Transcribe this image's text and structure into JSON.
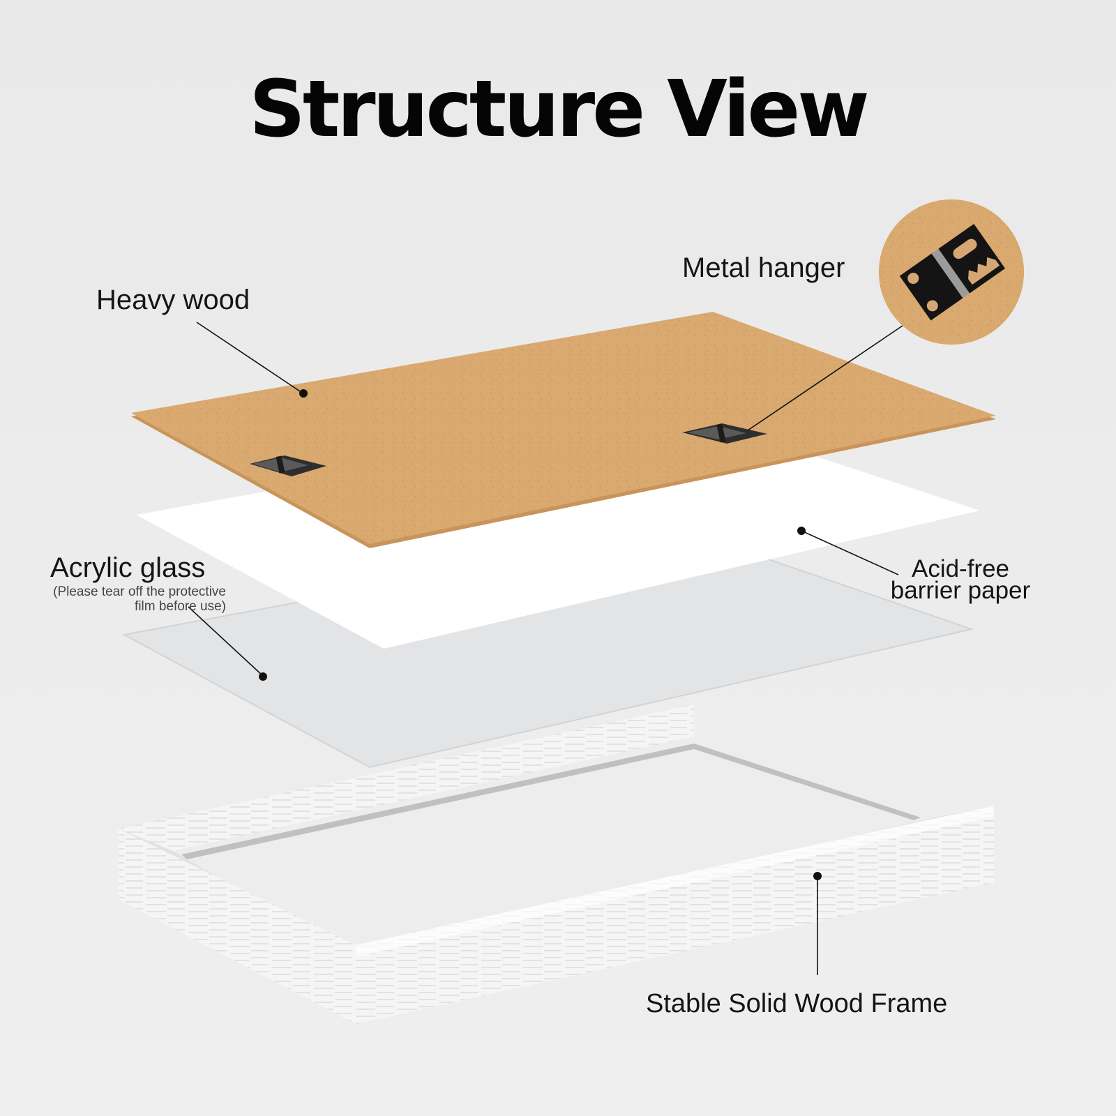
{
  "title": "Structure View",
  "labels": {
    "heavy_wood": "Heavy wood",
    "metal_hanger": "Metal hanger",
    "acrylic_glass": "Acrylic glass",
    "acrylic_note": "(Please tear off the protective film before use)",
    "acid_free": "Acid-free barrier paper",
    "frame": "Stable Solid Wood Frame"
  },
  "colors": {
    "background": "#ececec",
    "wood_board": "#d8a86f",
    "paper": "#ffffff",
    "acrylic": "#e3e4e6",
    "frame": "#f4f4f4",
    "hanger": "#2a2a2a"
  },
  "icons": [
    "hanger-icon"
  ]
}
